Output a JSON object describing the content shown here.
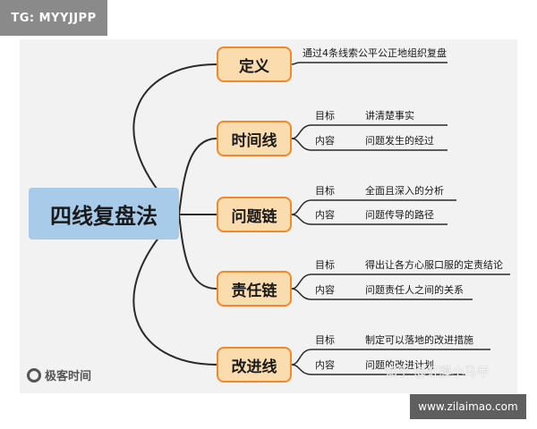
{
  "tg_badge": "TG: MYYJJPP",
  "center_node": "四线复盘法",
  "branches": [
    {
      "label": "定义",
      "definition": "通过4条线索公平公正地组织复盘"
    },
    {
      "label": "时间线",
      "goal_key": "目标",
      "goal": "讲清楚事实",
      "content_key": "内容",
      "content": "问题发生的经过"
    },
    {
      "label": "问题链",
      "goal_key": "目标",
      "goal": "全面且深入的分析",
      "content_key": "内容",
      "content": "问题传导的路径"
    },
    {
      "label": "责任链",
      "goal_key": "目标",
      "goal": "得出让各方心服口服的定责结论",
      "content_key": "内容",
      "content": "问题责任人之间的关系"
    },
    {
      "label": "改进线",
      "goal_key": "目标",
      "goal": "制定可以落地的改进措施",
      "content_key": "内容",
      "content": "问题的改进计划"
    }
  ],
  "logo_text": "极客时间",
  "watermark_zhihu": "知乎 @虹膜小马甲",
  "watermark_site": "www.zilaimao.com",
  "colors": {
    "center_fill": "#a9cbea",
    "branch_fill": "#fbdcae",
    "branch_border": "#f08a2c",
    "line": "#2a2a2a",
    "canvas_bg": "#f2f2f2"
  }
}
